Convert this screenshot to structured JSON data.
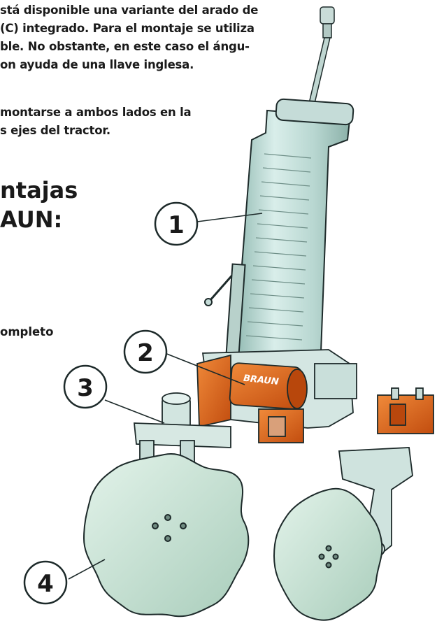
{
  "text_block_1": {
    "lines": [
      "stá disponible una variante del arado de",
      "(C) integrado. Para el montaje se utiliza",
      "ble. No obstante, en este caso el ángu-",
      "on ayuda de una llave inglesa."
    ]
  },
  "text_block_2": {
    "lines": [
      "montarse a ambos lados en la",
      "s ejes del tractor."
    ]
  },
  "heading": {
    "line1": "ntajas",
    "line2": "AUN:"
  },
  "side_text": "ompleto",
  "figure": {
    "brand_label": "BRAUN",
    "callouts": [
      "1",
      "2",
      "3",
      "4"
    ],
    "colors": {
      "cylinder": "#b9d8d2",
      "orange": "#e2641a",
      "disc": "#c6e3d3",
      "outline": "#1d2a2a"
    }
  }
}
